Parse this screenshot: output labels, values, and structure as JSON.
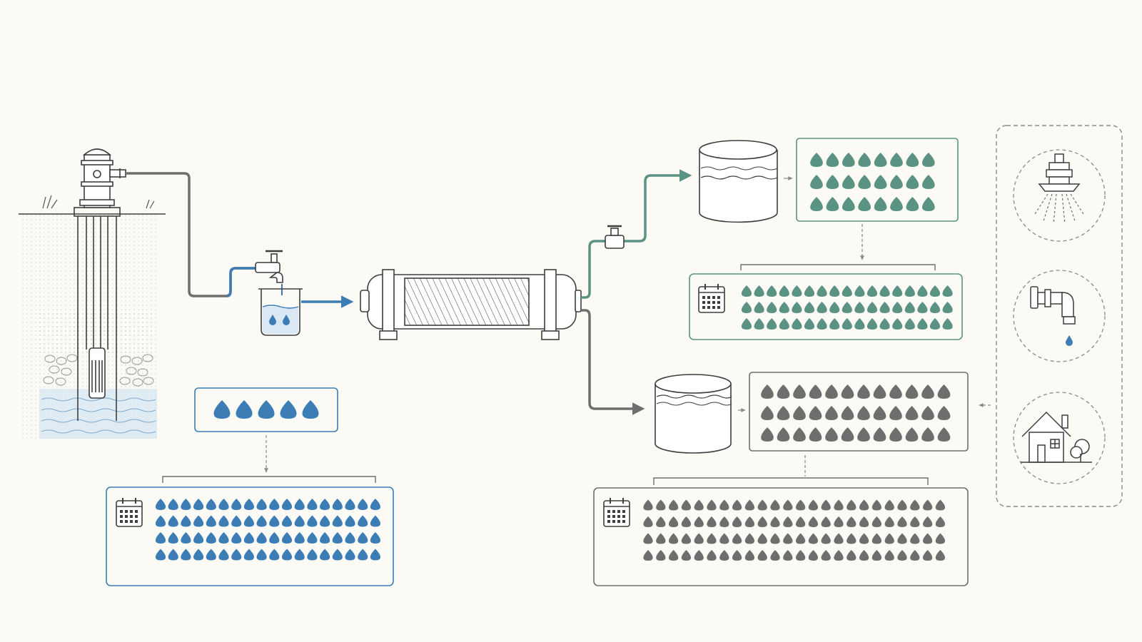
{
  "colors": {
    "background": "#fbfaf4",
    "line": "#3e3e3e",
    "blue": "#3d7db6",
    "teal": "#5a9284",
    "gray": "#6e6e6e",
    "light": "#8a8a8a",
    "soil": "#c9c9c9",
    "water_fill": "#d9e8f4"
  },
  "icons": {
    "well": "hand-pump-well-icon",
    "faucet": "faucet-icon",
    "beaker": "water-beaker-icon",
    "membrane": "membrane-filter-icon",
    "valve": "valve-icon",
    "tank": "storage-tank-icon",
    "calendar": "calendar-icon",
    "sprinkler": "sprinkler-icon",
    "tap": "tap-icon",
    "house": "house-icon",
    "drop": "water-drop-icon"
  },
  "drop_groups": {
    "raw_sample": {
      "rows": 1,
      "cols": 5
    },
    "raw_period": {
      "rows": 4,
      "cols": 18
    },
    "permeate_sample": {
      "rows": 3,
      "cols": 8
    },
    "permeate_period": {
      "rows": 3,
      "cols": 17
    },
    "concentrate_sample": {
      "rows": 3,
      "cols": 12
    },
    "concentrate_period": {
      "rows": 4,
      "cols": 24
    }
  }
}
